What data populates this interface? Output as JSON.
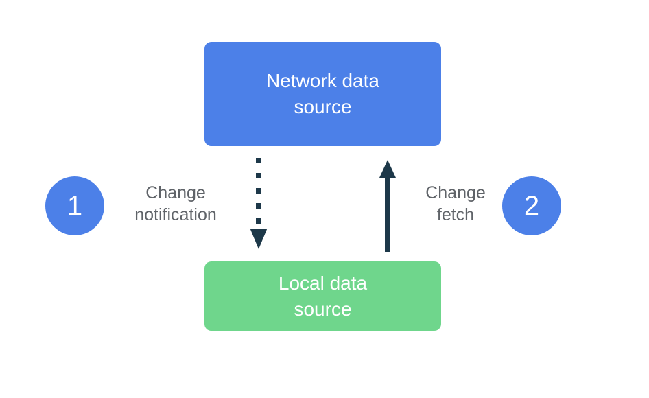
{
  "colors": {
    "blue": "#4C80E8",
    "green": "#6FD68C",
    "arrow": "#1D3849",
    "label_gray": "#5F6368",
    "box_text": "#FFFFFF",
    "background": "#FFFFFF"
  },
  "boxes": {
    "network": {
      "label": "Network data\nsource"
    },
    "local": {
      "label": "Local data\nsource"
    }
  },
  "steps": [
    {
      "number": "1",
      "label": "Change\nnotification"
    },
    {
      "number": "2",
      "label": "Change\nfetch"
    }
  ],
  "arrows": {
    "change_notification": {
      "style": "dotted",
      "direction": "down",
      "from": "Network data source",
      "to": "Local data source"
    },
    "change_fetch": {
      "style": "solid",
      "direction": "up",
      "from": "Local data source",
      "to": "Network data source"
    }
  }
}
